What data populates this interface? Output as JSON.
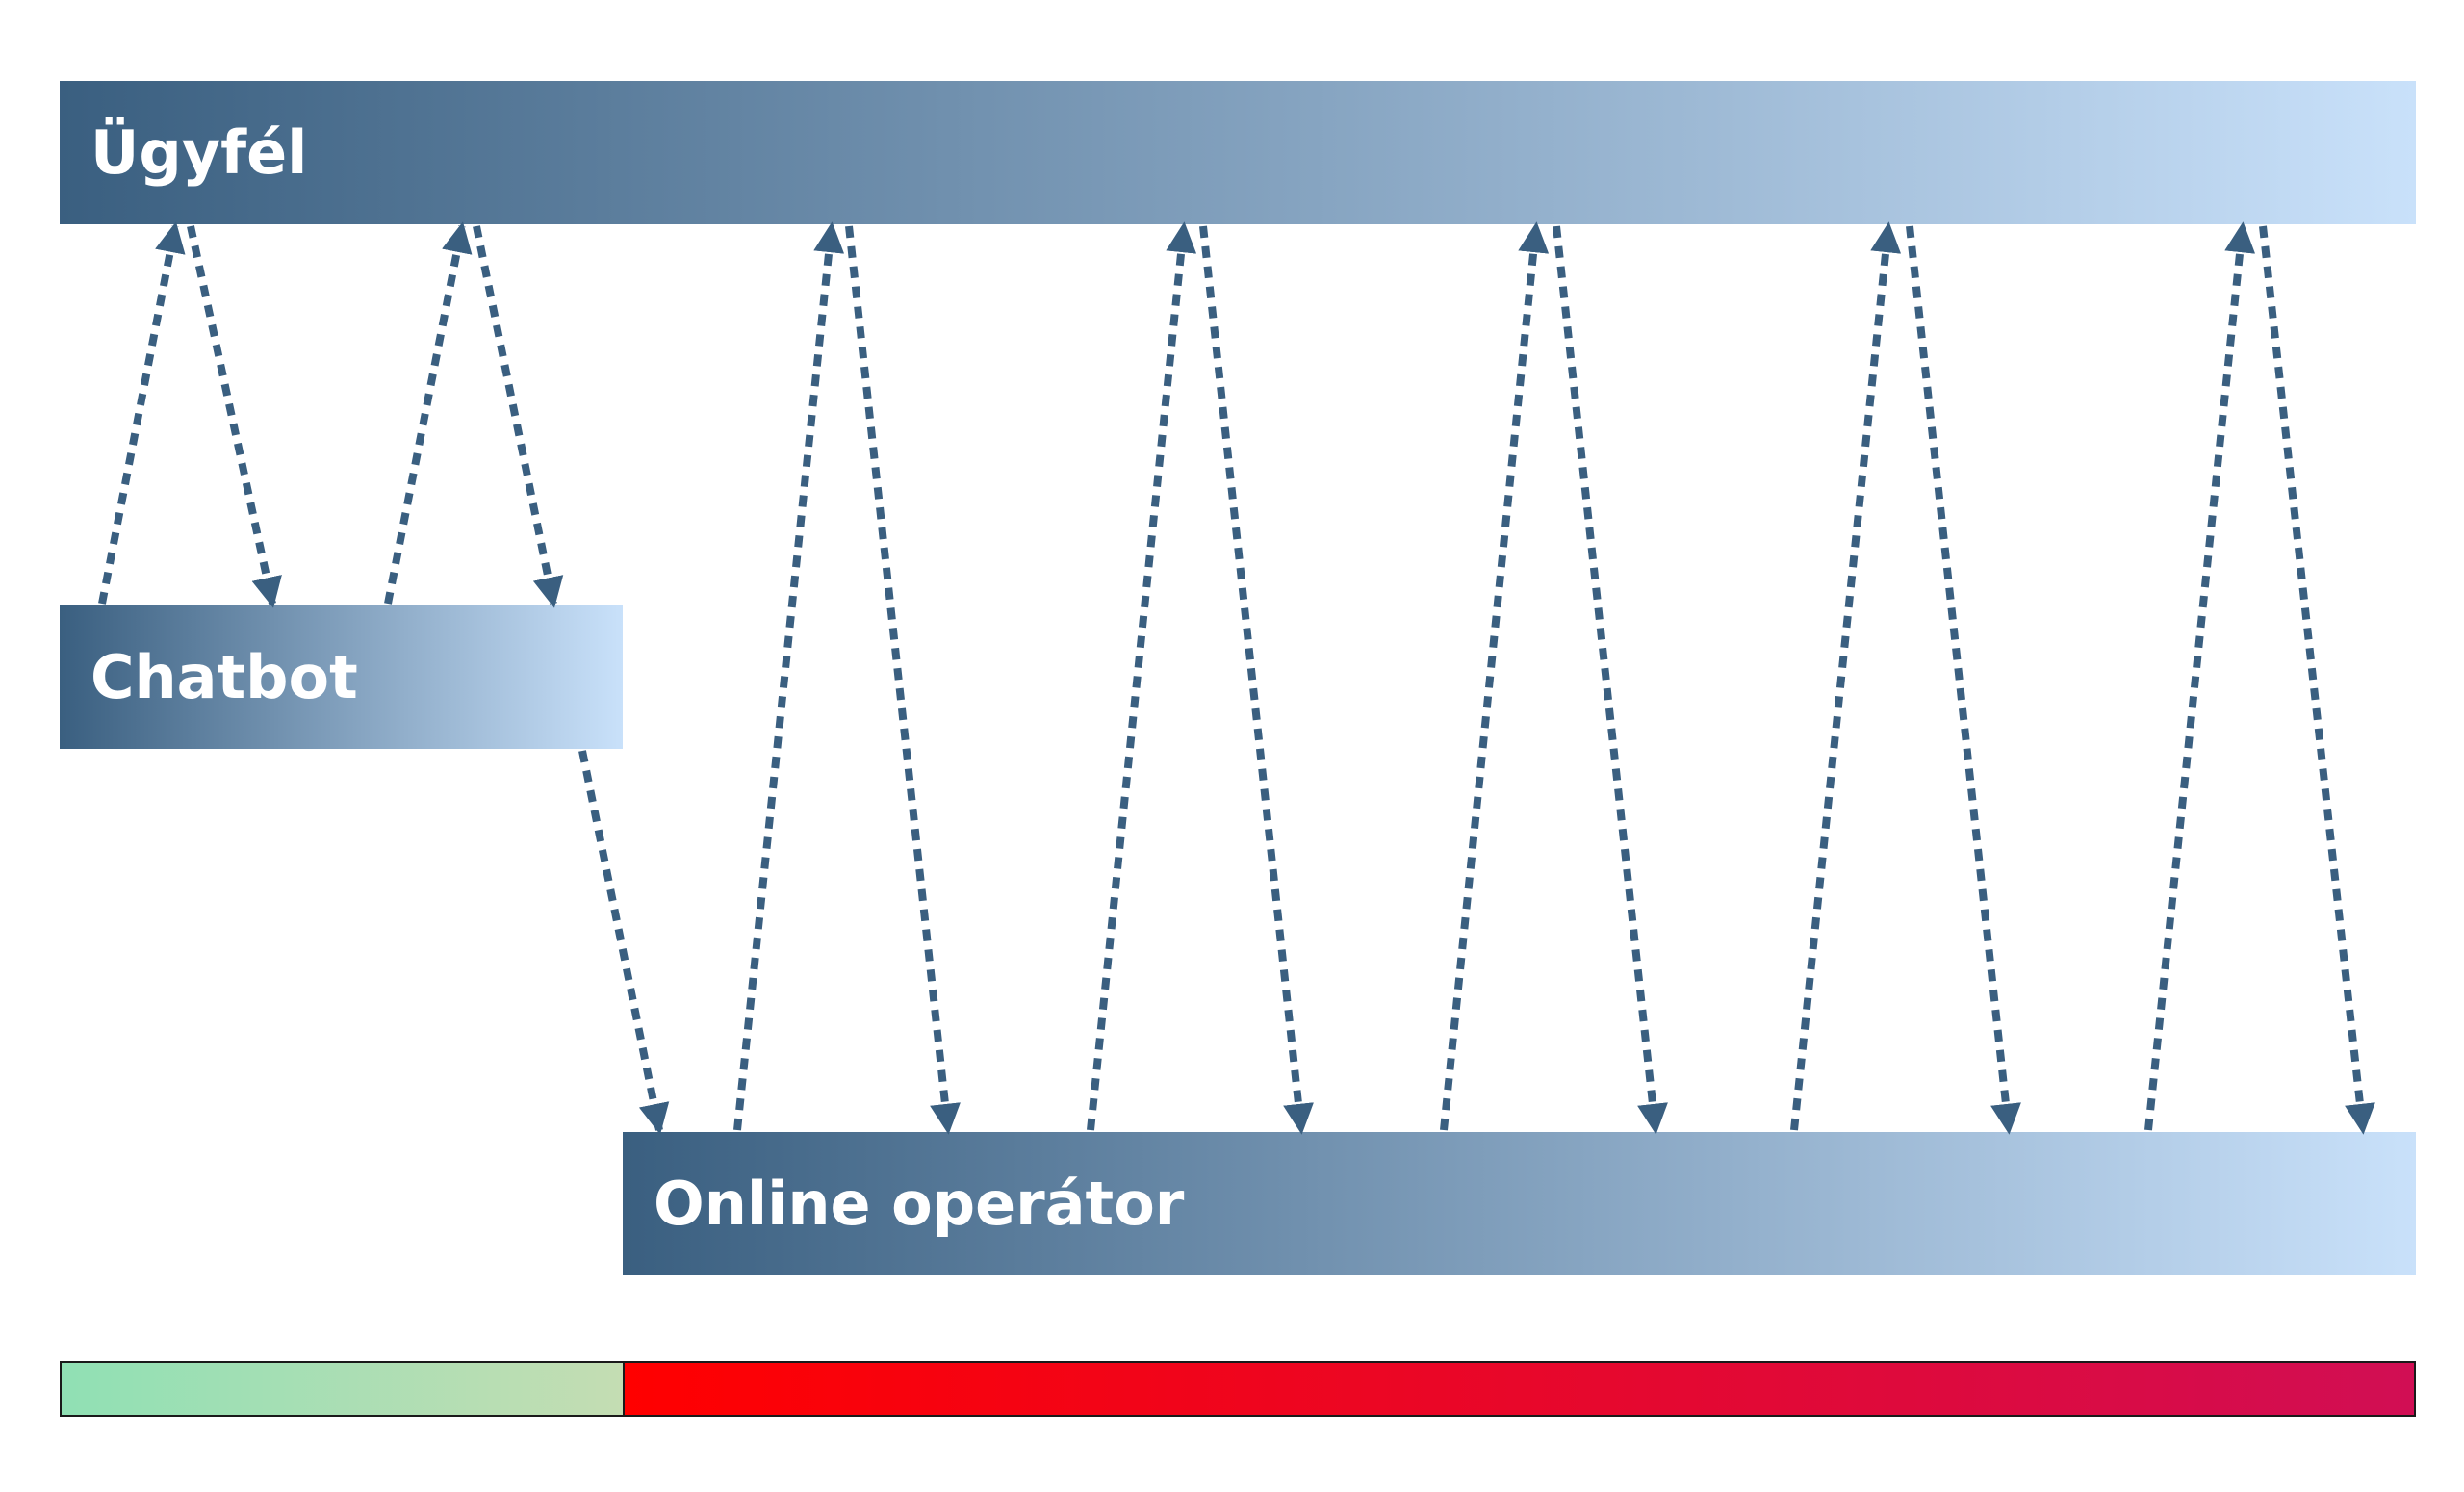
{
  "lanes": {
    "customer": {
      "label": "Ügyfél"
    },
    "chatbot": {
      "label": "Chatbot"
    },
    "operator": {
      "label": "Online operátor"
    }
  },
  "colors": {
    "lane_start": "#3a5f80",
    "lane_end": "#c9e1fa",
    "arrow": "#3a5f80",
    "phase_chatbot_start": "#90e0b4",
    "phase_chatbot_end": "#c4ddb3",
    "phase_operator_start": "#ff0000",
    "phase_operator_end": "#d10e54"
  },
  "flows": [
    {
      "from": "chatbot",
      "to": "customer"
    },
    {
      "from": "customer",
      "to": "chatbot"
    },
    {
      "from": "chatbot",
      "to": "customer"
    },
    {
      "from": "customer",
      "to": "chatbot"
    },
    {
      "from": "chatbot",
      "to": "operator"
    },
    {
      "from": "operator",
      "to": "customer"
    },
    {
      "from": "customer",
      "to": "operator"
    },
    {
      "from": "operator",
      "to": "customer"
    },
    {
      "from": "customer",
      "to": "operator"
    },
    {
      "from": "operator",
      "to": "customer"
    },
    {
      "from": "customer",
      "to": "operator"
    },
    {
      "from": "operator",
      "to": "customer"
    },
    {
      "from": "customer",
      "to": "operator"
    },
    {
      "from": "operator",
      "to": "customer"
    },
    {
      "from": "customer",
      "to": "operator"
    }
  ]
}
